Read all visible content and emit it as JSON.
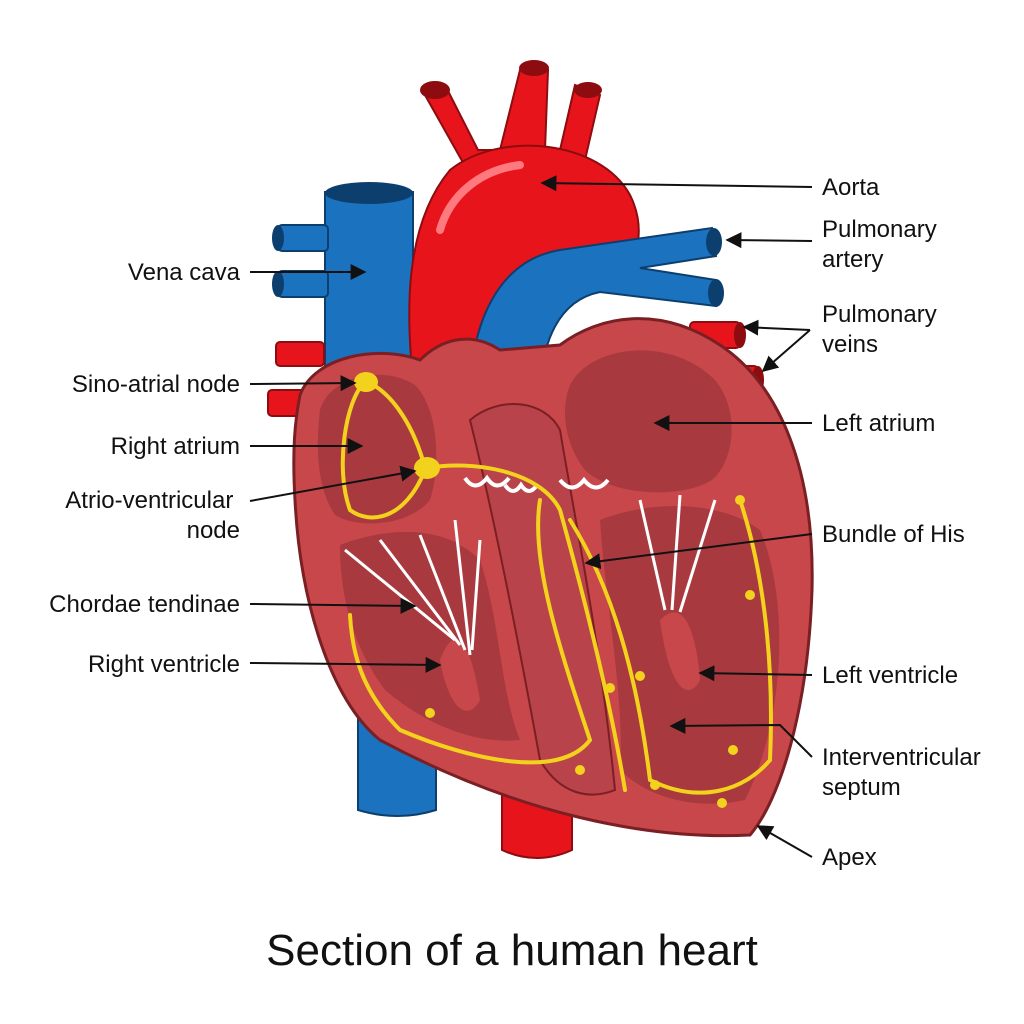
{
  "title": "Section of a human heart",
  "colors": {
    "oxygenated": "#e8141c",
    "deoxygenated": "#1b73c0",
    "muscle": "#c8474b",
    "chamber": "#a83a3f",
    "conduction": "#f2d21c",
    "chordae": "#ffffff"
  },
  "labels": {
    "aorta": [
      "Aorta"
    ],
    "pulmonary_artery": [
      "Pulmonary",
      "artery"
    ],
    "pulmonary_veins": [
      "Pulmonary",
      "veins"
    ],
    "left_atrium": [
      "Left atrium"
    ],
    "bundle_of_his": [
      "Bundle of His"
    ],
    "left_ventricle": [
      "Left ventricle"
    ],
    "interventricular_septum": [
      "Interventricular",
      "septum"
    ],
    "apex": [
      "Apex"
    ],
    "vena_cava": [
      "Vena cava"
    ],
    "sino_atrial_node": [
      "Sino-atrial node"
    ],
    "right_atrium": [
      "Right atrium"
    ],
    "atrio_ventricular_node": [
      "Atrio-ventricular",
      "node"
    ],
    "chordae_tendinae": [
      "Chordae tendinae"
    ],
    "right_ventricle": [
      "Right ventricle"
    ]
  }
}
